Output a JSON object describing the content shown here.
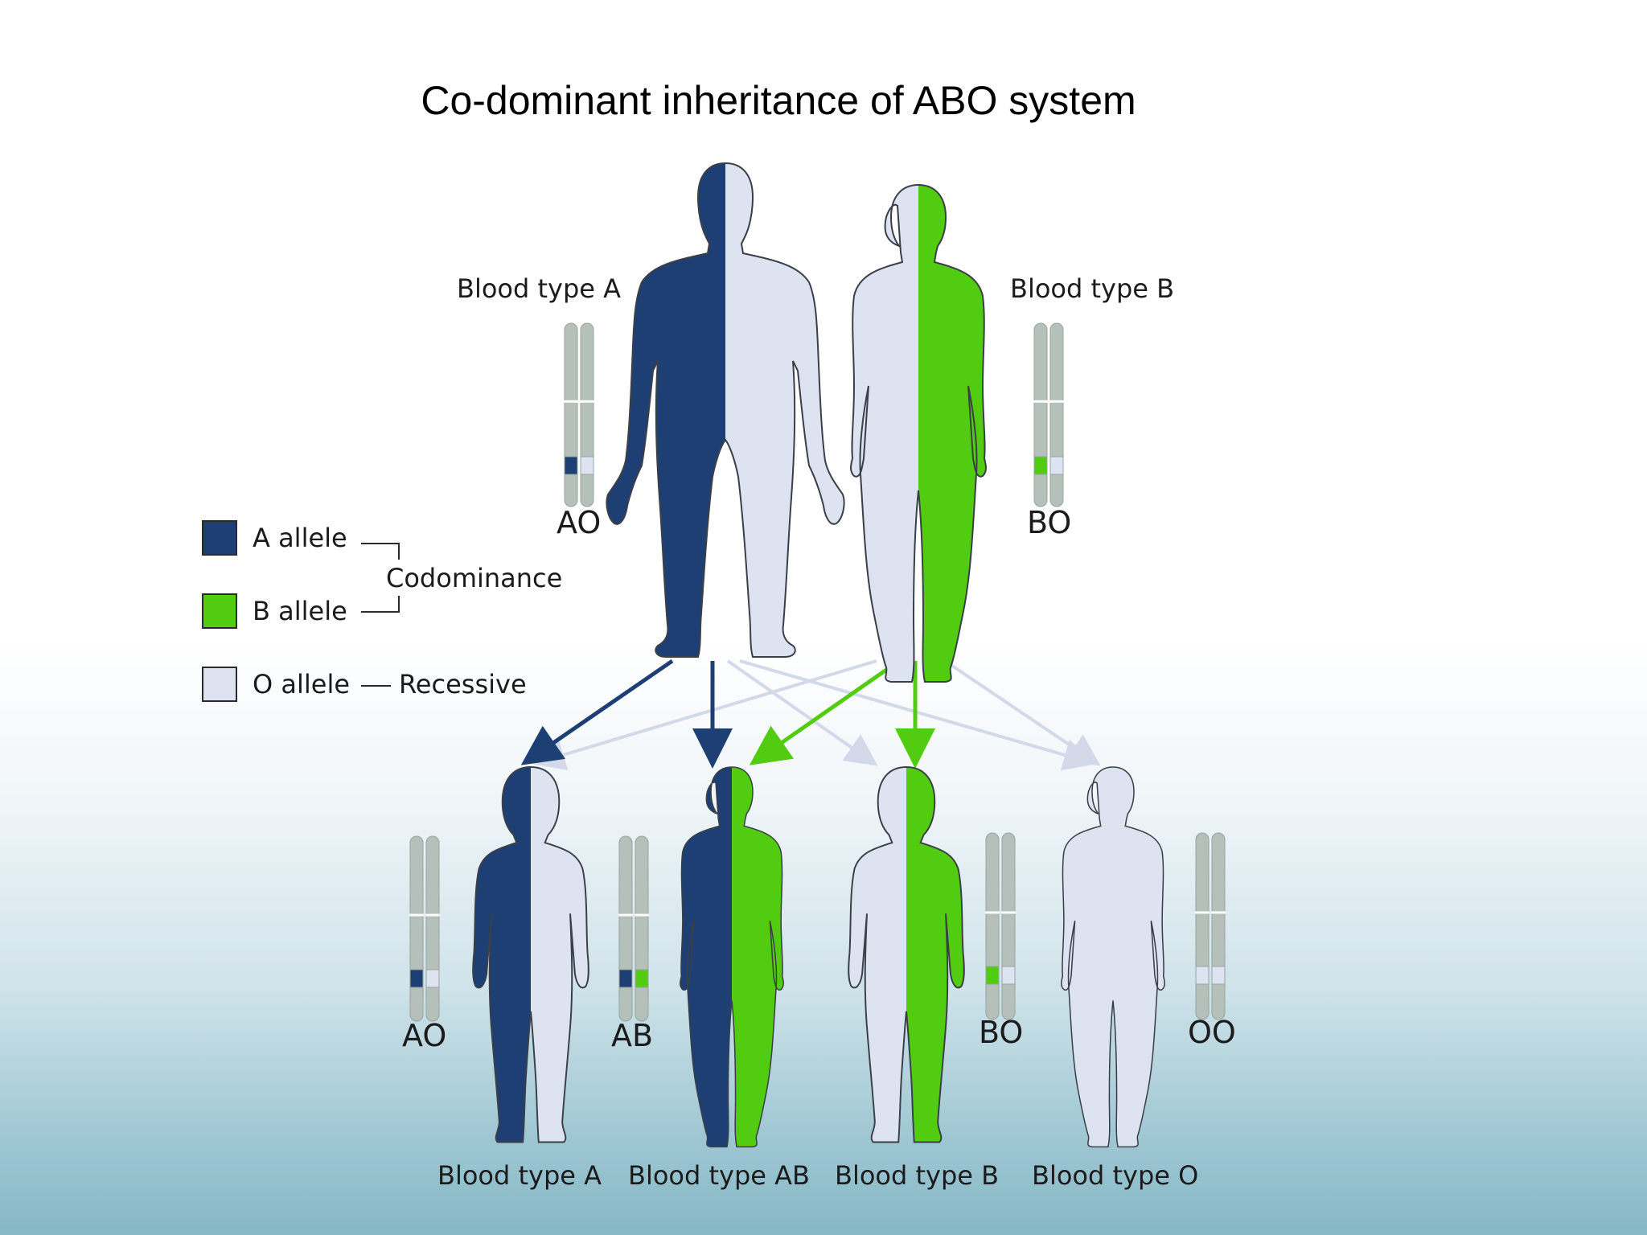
{
  "title": "Co-dominant inheritance of ABO system",
  "colors": {
    "a_allele": "#1e3f73",
    "b_allele": "#52cc10",
    "o_allele": "#dde3f0",
    "chromosome": "#b5c0bb",
    "light_arrow": "#d3d9e8"
  },
  "parents": [
    {
      "label": "Blood type A",
      "genotype": "AO",
      "alleles": [
        "A",
        "O"
      ]
    },
    {
      "label": "Blood type B",
      "genotype": "BO",
      "alleles": [
        "B",
        "O"
      ]
    }
  ],
  "children": [
    {
      "label": "Blood type A",
      "genotype": "AO",
      "alleles": [
        "A",
        "O"
      ]
    },
    {
      "label": "Blood type AB",
      "genotype": "AB",
      "alleles": [
        "A",
        "B"
      ]
    },
    {
      "label": "Blood type B",
      "genotype": "BO",
      "alleles": [
        "B",
        "O"
      ]
    },
    {
      "label": "Blood type O",
      "genotype": "OO",
      "alleles": [
        "O",
        "O"
      ]
    }
  ],
  "legend": {
    "a_allele": "A allele",
    "b_allele": "B allele",
    "o_allele": "O allele",
    "codominance": "Codominance",
    "recessive": "Recessive"
  }
}
